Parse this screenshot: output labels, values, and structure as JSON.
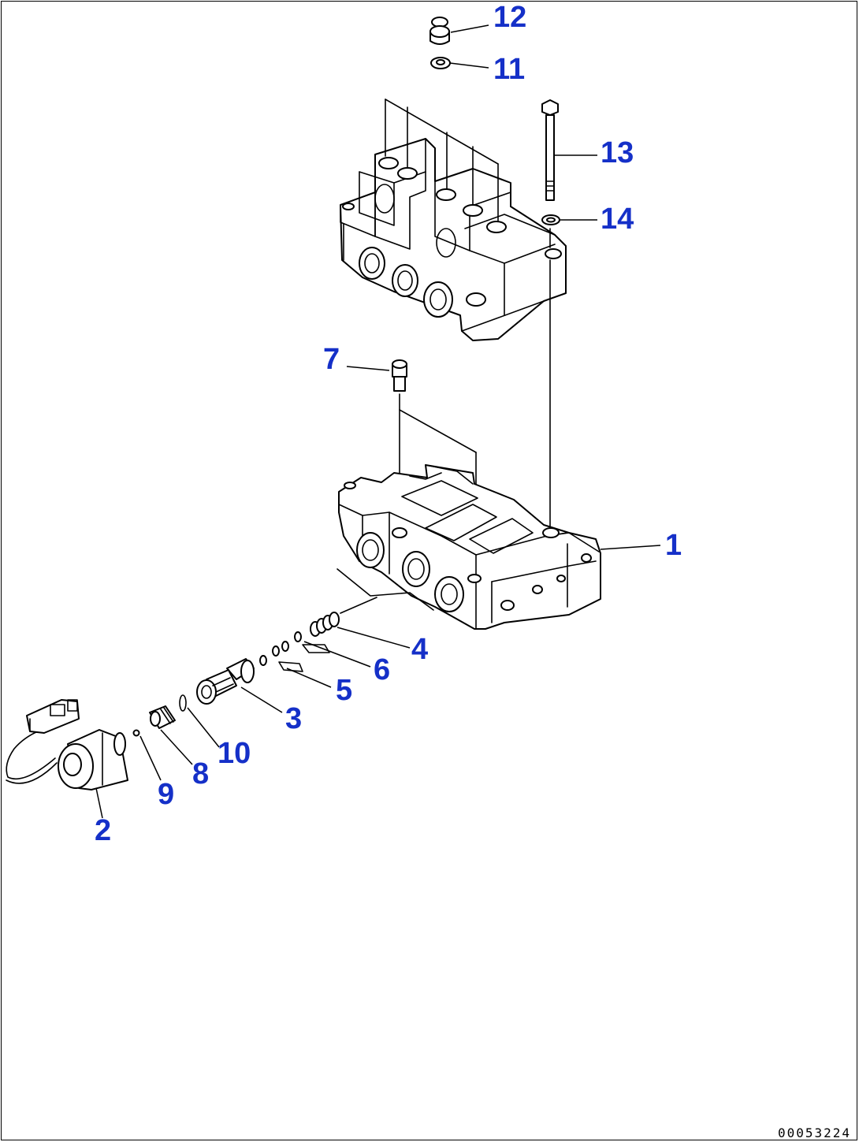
{
  "callouts": [
    {
      "id": "1",
      "label": "1"
    },
    {
      "id": "2",
      "label": "2"
    },
    {
      "id": "3",
      "label": "3"
    },
    {
      "id": "4",
      "label": "4"
    },
    {
      "id": "5",
      "label": "5"
    },
    {
      "id": "6",
      "label": "6"
    },
    {
      "id": "7",
      "label": "7"
    },
    {
      "id": "8",
      "label": "8"
    },
    {
      "id": "9",
      "label": "9"
    },
    {
      "id": "10",
      "label": "10"
    },
    {
      "id": "11",
      "label": "11"
    },
    {
      "id": "12",
      "label": "12"
    },
    {
      "id": "13",
      "label": "13"
    },
    {
      "id": "14",
      "label": "14"
    }
  ],
  "drawing_number": "00053224",
  "colors": {
    "callout": "#1530c8",
    "line": "#000000",
    "background": "#ffffff"
  }
}
